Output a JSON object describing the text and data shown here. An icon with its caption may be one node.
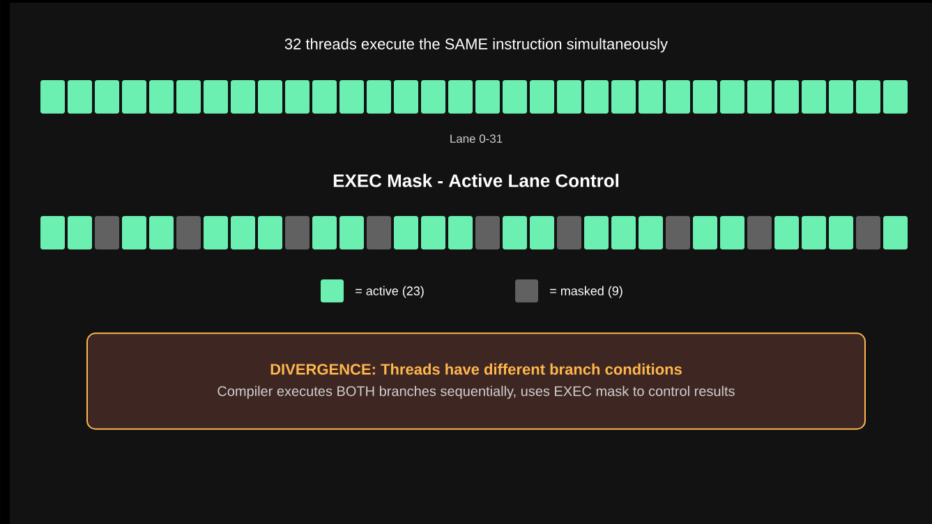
{
  "diagram": {
    "title": "32 threads execute the SAME instruction simultaneously",
    "nodes": [
      {
        "text": [
          "DIVERGENCE: Threads have different branch conditions",
          "Compiler executes BOTH branches sequentially, uses EXEC mask to control results"
        ]
      }
    ],
    "labels": [
      "Lane 0-31",
      "EXEC Mask - Active Lane Control"
    ],
    "legend": [
      {
        "text": "= active (23)",
        "color": "#6bf0b2"
      },
      {
        "text": "= masked (9)",
        "color": "#616161"
      }
    ]
  }
}
